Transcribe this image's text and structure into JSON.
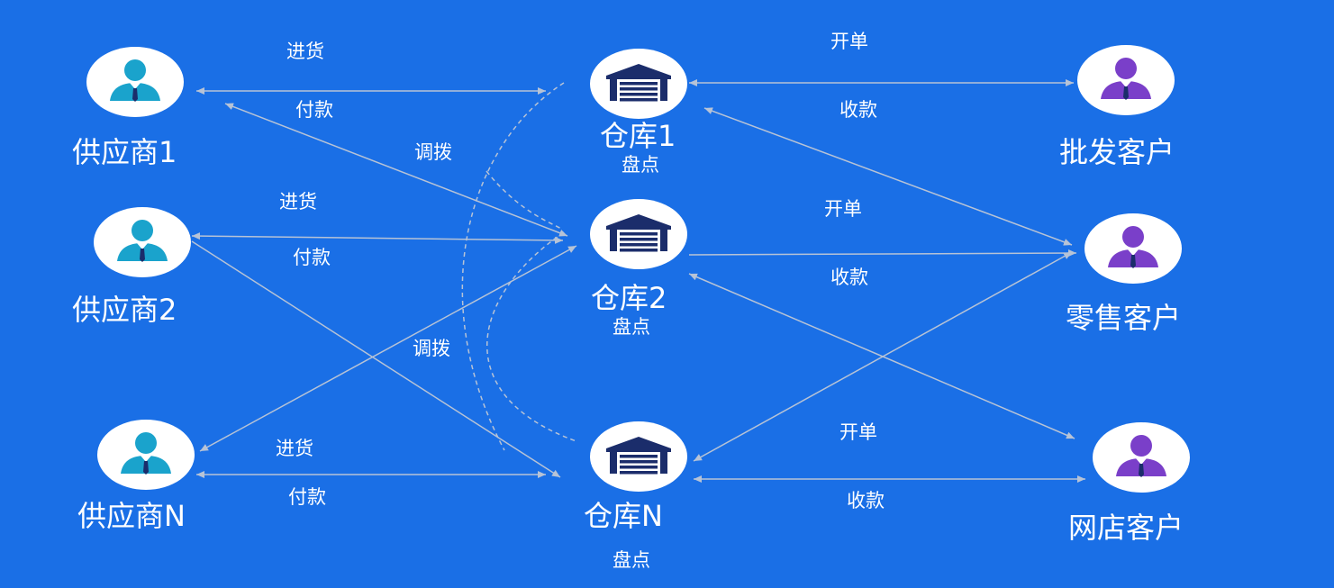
{
  "suppliers": [
    {
      "label": "供应商1",
      "purchase_label": "进货",
      "payment_label": "付款"
    },
    {
      "label": "供应商2",
      "purchase_label": "进货",
      "payment_label": "付款"
    },
    {
      "label": "供应商N",
      "purchase_label": "进货",
      "payment_label": "付款"
    }
  ],
  "warehouses": [
    {
      "label": "仓库1",
      "stocktake_label": "盘点"
    },
    {
      "label": "仓库2",
      "stocktake_label": "盘点"
    },
    {
      "label": "仓库N",
      "stocktake_label": "盘点"
    }
  ],
  "transfer_labels": [
    "调拨",
    "调拨"
  ],
  "customers": [
    {
      "label": "批发客户",
      "order_label": "开单",
      "receipt_label": "收款"
    },
    {
      "label": "零售客户",
      "order_label": "开单",
      "receipt_label": "收款"
    },
    {
      "label": "网店客户",
      "order_label": "开单",
      "receipt_label": "收款"
    }
  ],
  "icons": {
    "supplier": "person-icon",
    "warehouse": "warehouse-icon",
    "customer": "person-icon"
  },
  "colors": {
    "background": "#1a6fe6",
    "supplier_icon": "#1aa3cc",
    "customer_icon": "#7a3fc9",
    "warehouse_icon": "#1b2d6b",
    "connector": "#b7c3d6",
    "text": "#ffffff"
  }
}
